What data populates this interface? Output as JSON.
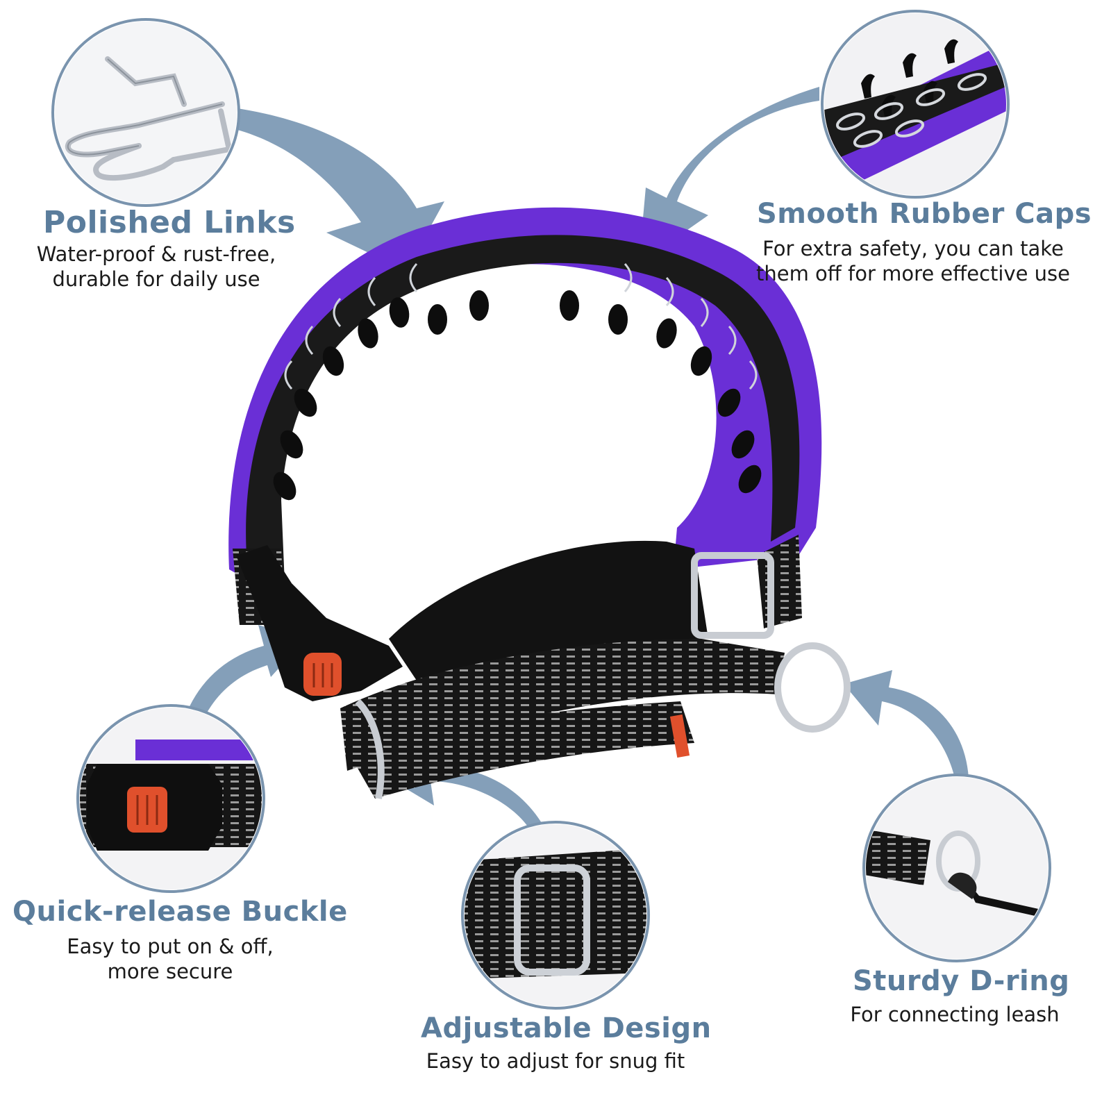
{
  "colors": {
    "title": "#5b7d9c",
    "arrow": "#7d9ab5",
    "circle_border": "#7a94ae",
    "collar_purple": "#6a2fd6",
    "strap_black": "#161616",
    "buckle_button": "#e0502c",
    "metal": "#c8ccd2"
  },
  "features": {
    "polished_links": {
      "title": "Polished Links",
      "desc": [
        "Water-proof & rust-free,",
        "durable for daily use"
      ],
      "icon": "chain-link-icon"
    },
    "rubber_caps": {
      "title": "Smooth Rubber Caps",
      "desc": [
        "For extra safety, you can take",
        "them off for more effective use"
      ],
      "icon": "rubber-cap-icon"
    },
    "buckle": {
      "title": "Quick-release Buckle",
      "desc": [
        "Easy to put on & off,",
        "more secure"
      ],
      "icon": "buckle-icon"
    },
    "adjustable": {
      "title": "Adjustable Design",
      "desc": [
        "Easy to adjust for snug fit"
      ],
      "icon": "slider-buckle-icon"
    },
    "dring": {
      "title": "Sturdy D-ring",
      "desc": [
        "For connecting leash"
      ],
      "icon": "d-ring-icon"
    }
  }
}
